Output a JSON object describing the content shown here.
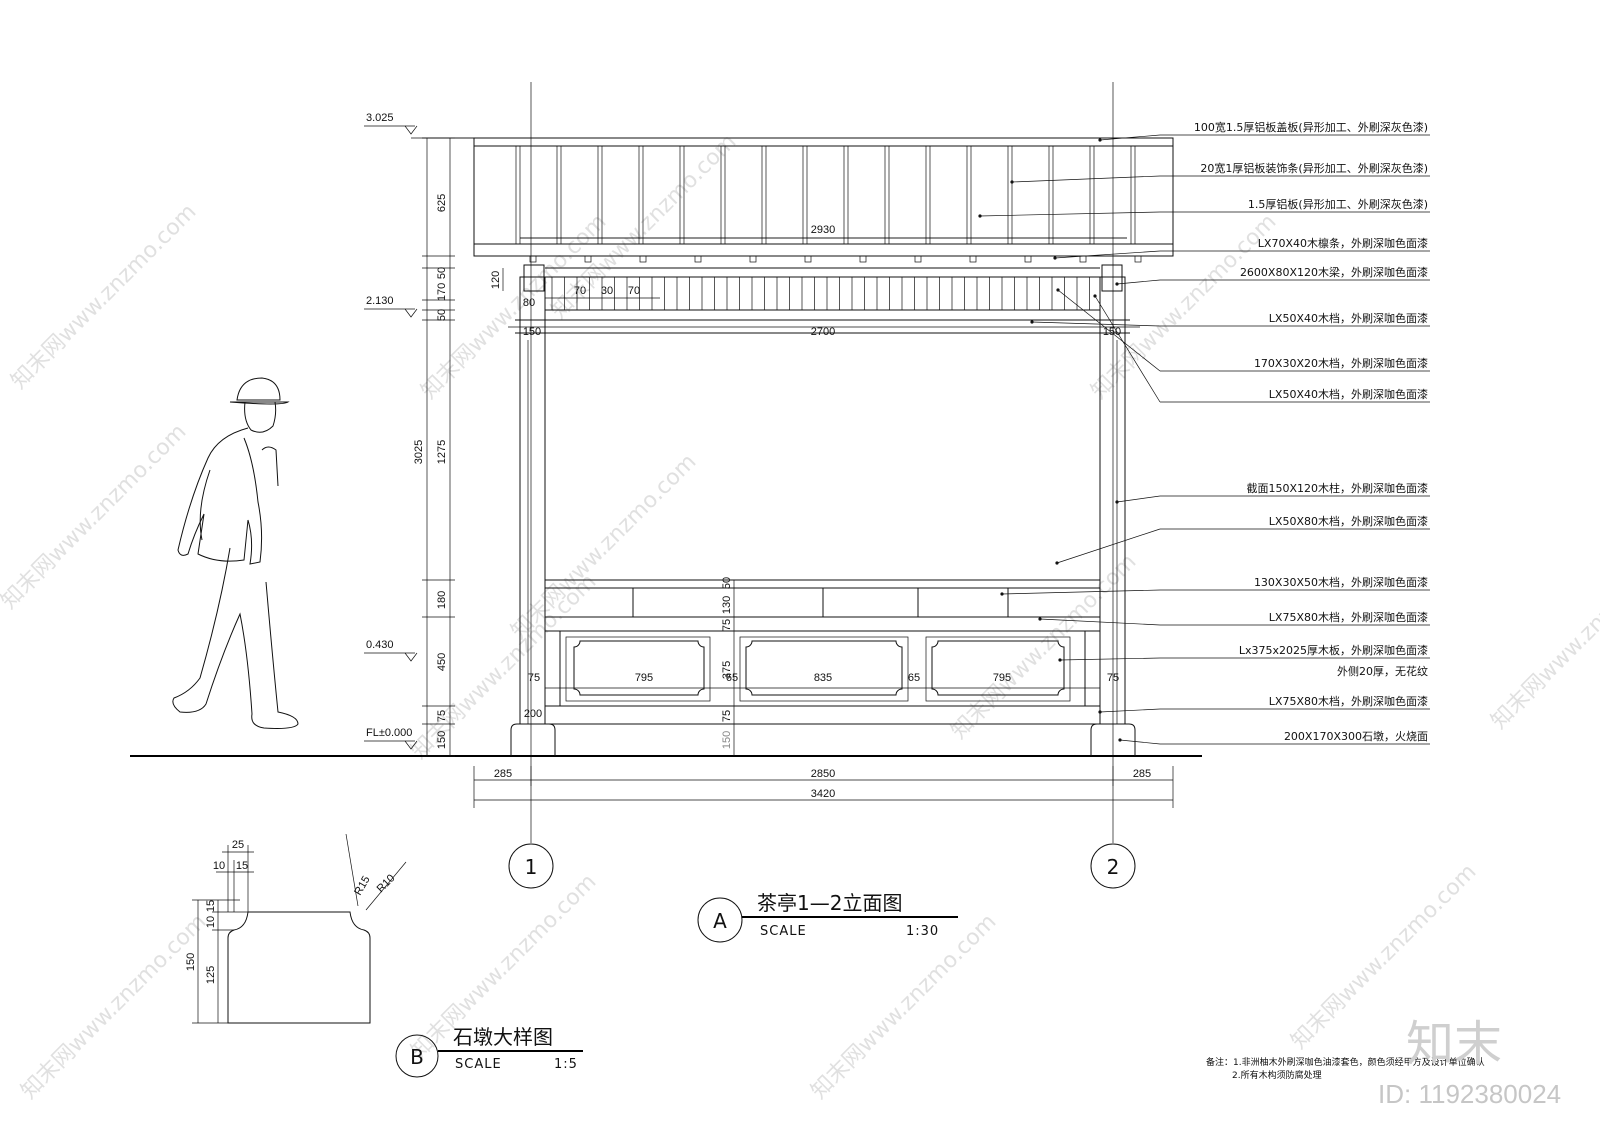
{
  "levels": [
    "3.025",
    "2.130",
    "0.430",
    "FL±0.000"
  ],
  "annotations": [
    "100宽1.5厚铝板盖板(异形加工、外刷深灰色漆)",
    "20宽1厚铝板装饰条(异形加工、外刷深灰色漆)",
    "1.5厚铝板(异形加工、外刷深灰色漆)",
    "LX70X40木檩条，外刷深咖色面漆",
    "2600X80X120木梁，外刷深咖色面漆",
    "LX50X40木档，外刷深咖色面漆",
    "170X30X20木档，外刷深咖色面漆",
    "LX50X40木档，外刷深咖色面漆",
    "截面150X120木柱，外刷深咖色面漆",
    "LX50X80木档，外刷深咖色面漆",
    "130X30X50木档，外刷深咖色面漆",
    "LX75X80木档，外刷深咖色面漆",
    "Lx375x2025厚木板，外刷深咖色面漆",
    "外侧20厚，无花纹",
    "LX75X80木档，外刷深咖色面漆",
    "200X170X300石墩，火烧面"
  ],
  "dims": {
    "left_total": "3025",
    "left_parts": [
      "625",
      "50",
      "170",
      "50",
      "1275",
      "180",
      "450",
      "75",
      "150"
    ],
    "left_sub": "120",
    "roof_width": "2930",
    "beam": [
      "70",
      "30",
      "70"
    ],
    "post80": "80",
    "side150_l": "150",
    "span2700": "2700",
    "side150_r": "150",
    "center_stack": [
      "50",
      "130",
      "75",
      "375",
      "75",
      "150"
    ],
    "panels": [
      "795",
      "835",
      "795"
    ],
    "gaps": [
      "75",
      "65",
      "65",
      "75"
    ],
    "base200": "200",
    "bottom": [
      "285",
      "2850",
      "285"
    ],
    "overall": "3420"
  },
  "grid_labels": [
    "1",
    "2"
  ],
  "title_a": {
    "letter": "A",
    "name": "茶亭1—2立面图",
    "scale_word": "SCALE",
    "scale": "1:30"
  },
  "title_b": {
    "letter": "B",
    "name": "石墩大样图",
    "scale_word": "SCALE",
    "scale": "1:5"
  },
  "detail_dims": {
    "top": "25",
    "a": "10",
    "b": "15",
    "r1": "R15",
    "r2": "R10",
    "h_total": "150",
    "h1": "15",
    "h2": "10",
    "h3": "125"
  },
  "notes": [
    "备注：1.非洲柚木外刷深咖色油漆套色，颜色须经甲方及设计单位确认",
    "2.所有木构须防腐处理"
  ],
  "watermark": "知末网www.znzmo.com",
  "logo": "知末",
  "id_text": "ID: 1192380024"
}
